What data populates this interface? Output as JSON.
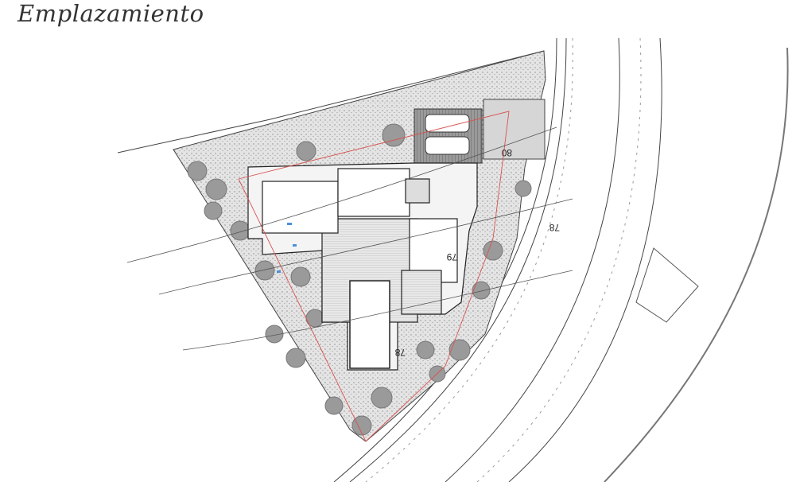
{
  "title": "Emplazamiento",
  "contour_labels": [
    "80",
    "78",
    "79",
    "78"
  ],
  "colors": {
    "lines": "#333333",
    "vegetation": "#cfcfcf",
    "trees": "#8a8a8a",
    "boundary": "#d9534f",
    "water": "#4a90d9"
  }
}
